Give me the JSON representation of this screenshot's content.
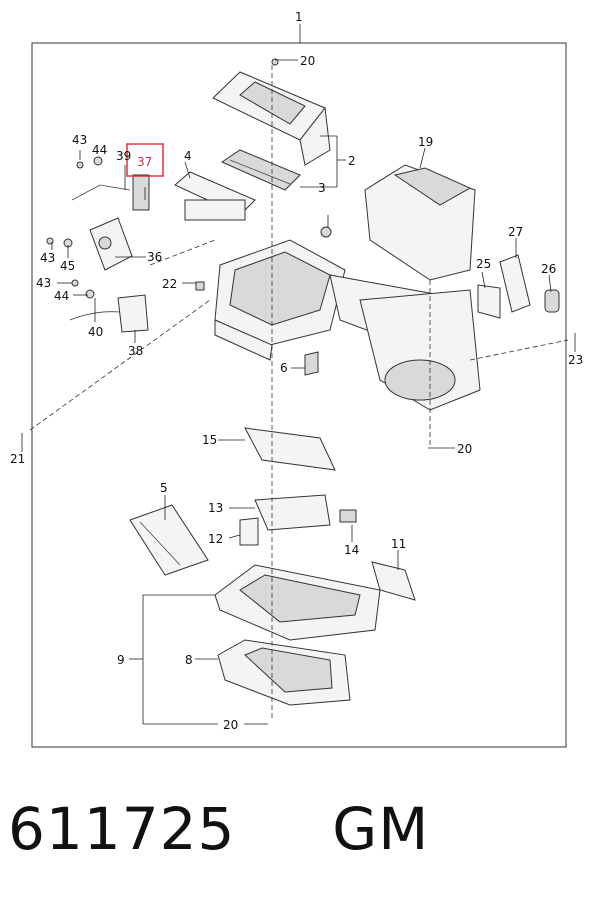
{
  "diagram": {
    "highlight_color": "#e0303a",
    "callouts": {
      "c1": "1",
      "c2": "2",
      "c3": "3",
      "c4": "4",
      "c5": "5",
      "c6": "6",
      "c8": "8",
      "c9": "9",
      "c11": "11",
      "c12": "12",
      "c13": "13",
      "c14": "14",
      "c15": "15",
      "c19": "19",
      "c20a": "20",
      "c20b": "20",
      "c20c": "20",
      "c21": "21",
      "c22": "22",
      "c23": "23",
      "c25": "25",
      "c26": "26",
      "c27": "27",
      "c36": "36",
      "c37": "37",
      "c38": "38",
      "c39": "39",
      "c40": "40",
      "c43a": "43",
      "c43b": "43",
      "c43c": "43",
      "c44a": "44",
      "c44b": "44",
      "c45": "45"
    }
  },
  "footer": {
    "part_number": "611725",
    "brand": "GM"
  }
}
